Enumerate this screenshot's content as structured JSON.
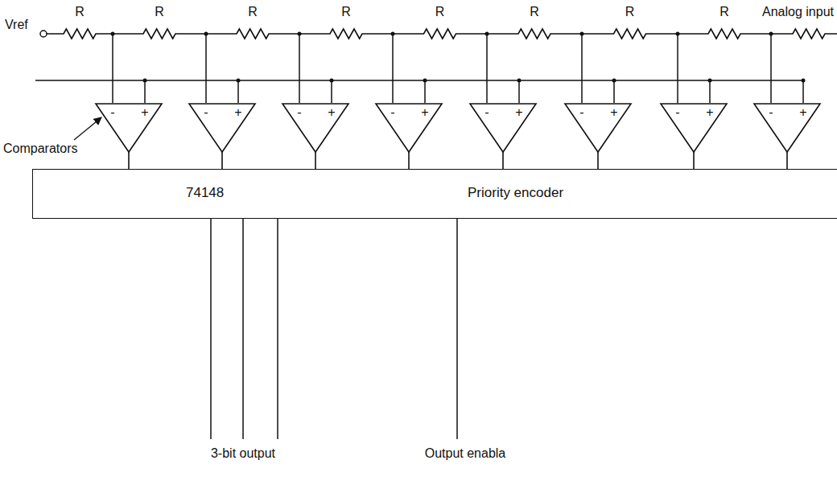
{
  "diagram": {
    "nodes": [
      {
        "text": [
          "-",
          "+"
        ]
      },
      {
        "text": [
          "-",
          "+"
        ]
      },
      {
        "text": [
          "-",
          "+"
        ]
      },
      {
        "text": [
          "-",
          "+"
        ]
      },
      {
        "text": [
          "-",
          "+"
        ]
      },
      {
        "text": [
          "-",
          "+"
        ]
      },
      {
        "text": [
          "-",
          "+"
        ]
      },
      {
        "text": [
          "-",
          "+"
        ]
      },
      {
        "text": [
          "74148",
          "Priority encoder"
        ]
      }
    ],
    "edges": [
      {
        "from": 0,
        "to": 8,
        "arrow": "none"
      },
      {
        "from": 1,
        "to": 8,
        "arrow": "none"
      },
      {
        "from": 2,
        "to": 8,
        "arrow": "none"
      },
      {
        "from": 3,
        "to": 8,
        "arrow": "none"
      },
      {
        "from": 4,
        "to": 8,
        "arrow": "none"
      },
      {
        "from": 5,
        "to": 8,
        "arrow": "none"
      },
      {
        "from": 6,
        "to": 8,
        "arrow": "none"
      },
      {
        "from": 7,
        "to": 8,
        "arrow": "none"
      }
    ],
    "labels": [
      "Vref",
      "R",
      "R",
      "R",
      "R",
      "R",
      "R",
      "R",
      "R",
      "Analog input",
      "Comparators",
      "3-bit output",
      "Output enabla"
    ]
  }
}
